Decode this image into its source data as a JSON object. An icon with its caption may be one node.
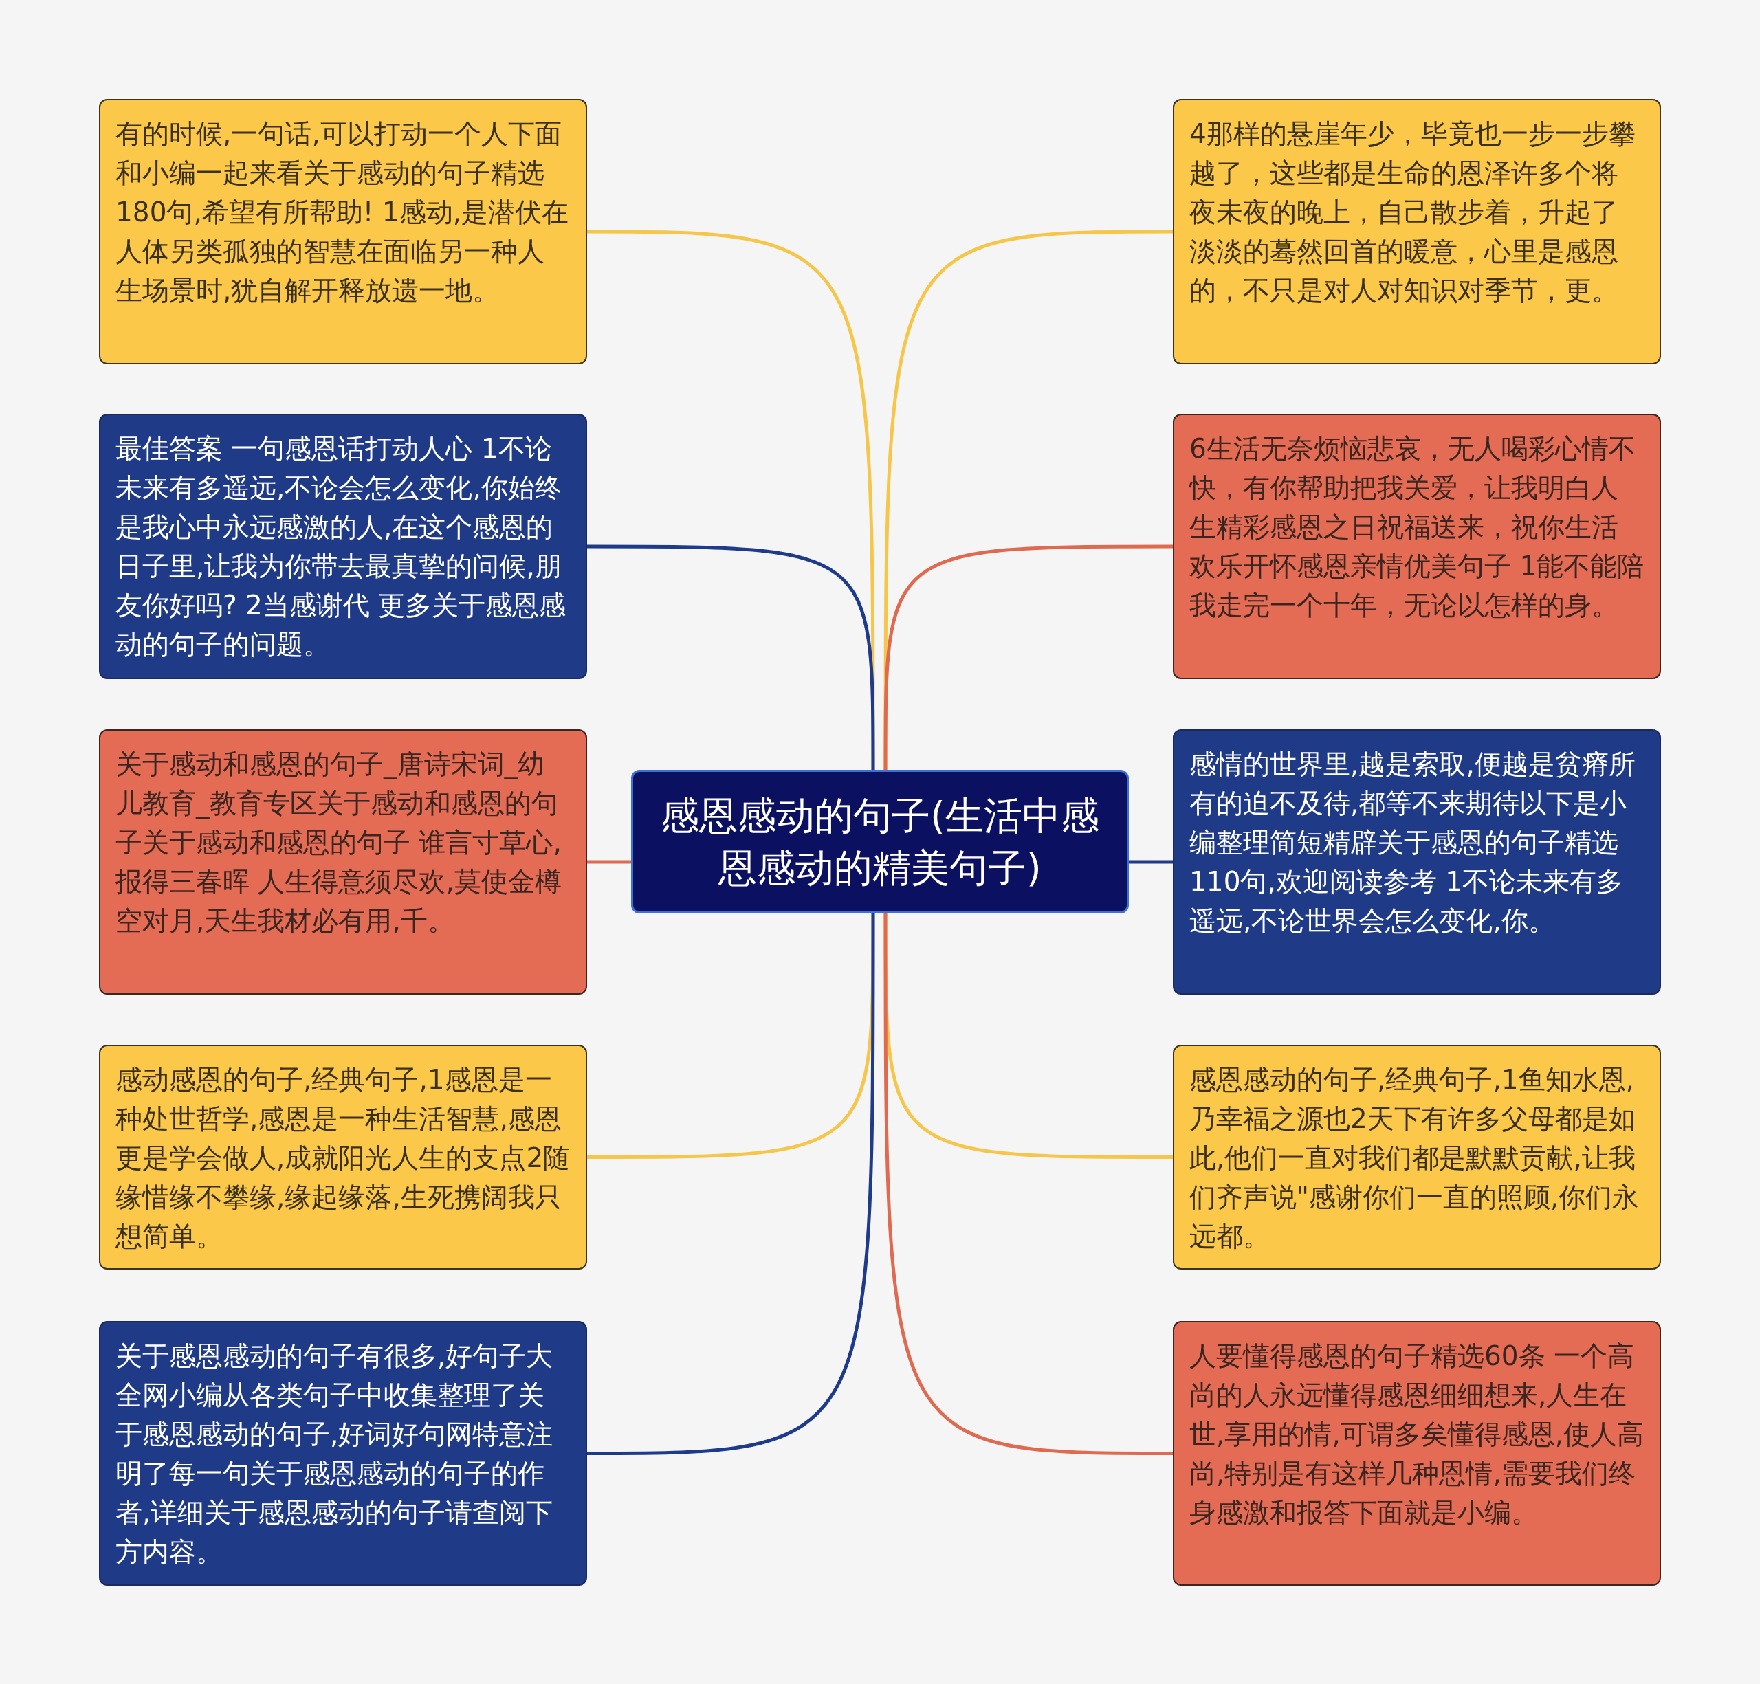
{
  "diagram": {
    "nodes": [
      {
        "text": [
          "感恩感动的句子(生活中感恩感动的精美句子)"
        ]
      },
      {
        "text": [
          "有的时候,一句话,可以打动一个人下面和小编一起来看关于感动的句子精选180句,希望有所帮助! 1感动,是潜伏在人体另类孤独的智慧在面临另一种人生场景时,犹自解开释放遗一地。"
        ]
      },
      {
        "text": [
          "最佳答案 一句感恩话打动人心 1不论未来有多遥远,不论会怎么变化,你始终是我心中永远感激的人,在这个感恩的日子里,让我为你带去最真挚的问候,朋友你好吗? 2当感谢代 更多关于感恩感动的句子的问题。"
        ]
      },
      {
        "text": [
          "关于感动和感恩的句子_唐诗宋词_幼儿教育_教育专区关于感动和感恩的句子关于感动和感恩的句子 谁言寸草心,报得三春晖 人生得意须尽欢,莫使金樽空对月,天生我材必有用,千。"
        ]
      },
      {
        "text": [
          "感动感恩的句子,经典句子,1感恩是一种处世哲学,感恩是一种生活智慧,感恩更是学会做人,成就阳光人生的支点2随缘惜缘不攀缘,缘起缘落,生死携阔我只想简单。"
        ]
      },
      {
        "text": [
          "关于感恩感动的句子有很多,好句子大全网小编从各类句子中收集整理了关于感恩感动的句子,好词好句网特意注明了每一句关于感恩感动的句子的作者,详细关于感恩感动的句子请查阅下方内容。"
        ]
      },
      {
        "text": [
          "4那样的悬崖年少，毕竟也一步一步攀越了，这些都是生命的恩泽许多个将夜未夜的晚上，自己散步着，升起了淡淡的蓦然回首的暖意，心里是感恩的，不只是对人对知识对季节，更。"
        ]
      },
      {
        "text": [
          "6生活无奈烦恼悲哀，无人喝彩心情不快，有你帮助把我关爱，让我明白人生精彩感恩之日祝福送来，祝你生活欢乐开怀感恩亲情优美句子 1能不能陪我走完一个十年，无论以怎样的身。"
        ]
      },
      {
        "text": [
          "感情的世界里,越是索取,便越是贫瘠所有的迫不及待,都等不来期待以下是小编整理简短精辟关于感恩的句子精选110句,欢迎阅读参考 1不论未来有多遥远,不论世界会怎么变化,你。"
        ]
      },
      {
        "text": [
          "感恩感动的句子,经典句子,1鱼知水恩,乃幸福之源也2天下有许多父母都是如此,他们一直对我们都是默默贡献,让我们齐声说\"感谢你们一直的照顾,你们永远都。"
        ]
      },
      {
        "text": [
          "人要懂得感恩的句子精选60条 一个高尚的人永远懂得感恩细细想来,人生在世,享用的情,可谓多矣懂得感恩,使人高尚,特别是有这样几种恩情,需要我们终身感激和报答下面就是小编。"
        ]
      }
    ],
    "edges": [
      {
        "from": 0,
        "to": 1,
        "arrow": "none",
        "color": "#f5c64a"
      },
      {
        "from": 0,
        "to": 2,
        "arrow": "none",
        "color": "#1e3a8a"
      },
      {
        "from": 0,
        "to": 3,
        "arrow": "none",
        "color": "#e06a50"
      },
      {
        "from": 0,
        "to": 4,
        "arrow": "none",
        "color": "#f5c64a"
      },
      {
        "from": 0,
        "to": 5,
        "arrow": "none",
        "color": "#1e3a8a"
      },
      {
        "from": 0,
        "to": 6,
        "arrow": "none",
        "color": "#f5c64a"
      },
      {
        "from": 0,
        "to": 7,
        "arrow": "none",
        "color": "#e06a50"
      },
      {
        "from": 0,
        "to": 8,
        "arrow": "none",
        "color": "#1e3a8a"
      },
      {
        "from": 0,
        "to": 9,
        "arrow": "none",
        "color": "#f5c64a"
      },
      {
        "from": 0,
        "to": 10,
        "arrow": "none",
        "color": "#e06a50"
      }
    ]
  }
}
